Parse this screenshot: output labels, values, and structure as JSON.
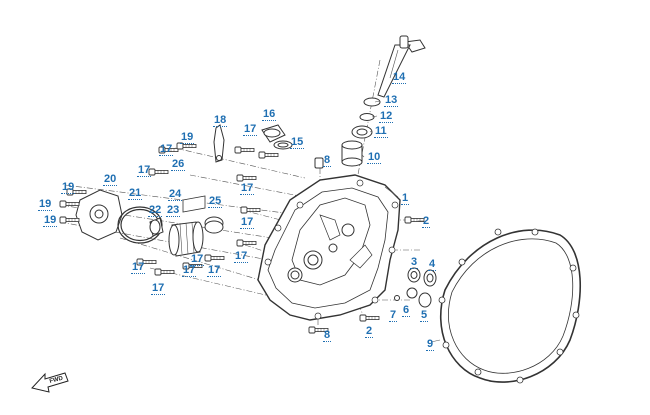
{
  "diagram": {
    "fwd_label": "FWD",
    "accent_color": "#1f6fb2",
    "line_color": "#333333",
    "callouts": [
      {
        "id": "c14",
        "label": "14"
      },
      {
        "id": "c13",
        "label": "13"
      },
      {
        "id": "c12",
        "label": "12"
      },
      {
        "id": "c11",
        "label": "11"
      },
      {
        "id": "c10",
        "label": "10"
      },
      {
        "id": "c16",
        "label": "16"
      },
      {
        "id": "c15",
        "label": "15"
      },
      {
        "id": "c18",
        "label": "18"
      },
      {
        "id": "c17a",
        "label": "17"
      },
      {
        "id": "c19a",
        "label": "19"
      },
      {
        "id": "c17b",
        "label": "17"
      },
      {
        "id": "c8a",
        "label": "8"
      },
      {
        "id": "c17c",
        "label": "17"
      },
      {
        "id": "c26",
        "label": "26"
      },
      {
        "id": "c17d",
        "label": "17"
      },
      {
        "id": "c20",
        "label": "20"
      },
      {
        "id": "c19b",
        "label": "19"
      },
      {
        "id": "c21",
        "label": "21"
      },
      {
        "id": "c24",
        "label": "24"
      },
      {
        "id": "c1",
        "label": "1"
      },
      {
        "id": "c19c",
        "label": "19"
      },
      {
        "id": "c22",
        "label": "22"
      },
      {
        "id": "c23",
        "label": "23"
      },
      {
        "id": "c25",
        "label": "25"
      },
      {
        "id": "c2a",
        "label": "2"
      },
      {
        "id": "c19d",
        "label": "19"
      },
      {
        "id": "c17e",
        "label": "17"
      },
      {
        "id": "c17f",
        "label": "17"
      },
      {
        "id": "c3",
        "label": "3"
      },
      {
        "id": "c4",
        "label": "4"
      },
      {
        "id": "c17g",
        "label": "17"
      },
      {
        "id": "c17h",
        "label": "17"
      },
      {
        "id": "c17i",
        "label": "17"
      },
      {
        "id": "c17j",
        "label": "17"
      },
      {
        "id": "c17k",
        "label": "17"
      },
      {
        "id": "c6",
        "label": "6"
      },
      {
        "id": "c7",
        "label": "7"
      },
      {
        "id": "c5",
        "label": "5"
      },
      {
        "id": "c2b",
        "label": "2"
      },
      {
        "id": "c8b",
        "label": "8"
      },
      {
        "id": "c9",
        "label": "9"
      }
    ]
  }
}
